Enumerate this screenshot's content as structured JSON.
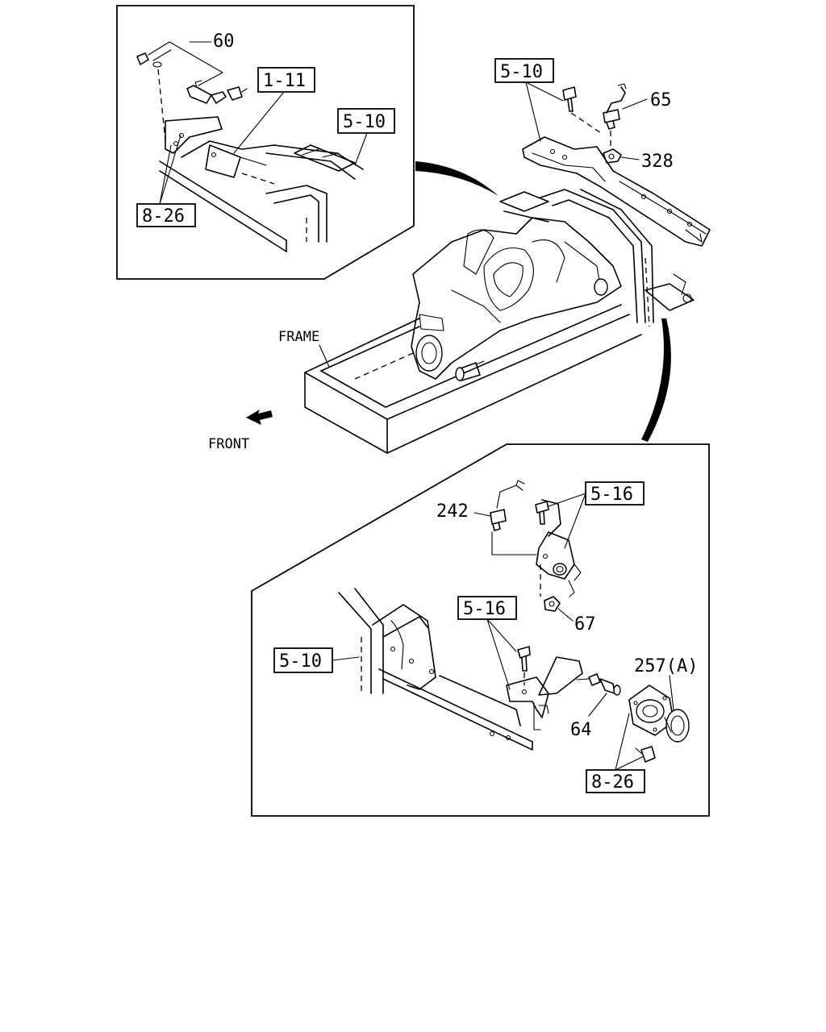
{
  "callouts": {
    "inset_top_left": {
      "part_60": "60",
      "ref_1_11": "1-11",
      "ref_5_10": "5-10",
      "ref_8_26": "8-26"
    },
    "top_right": {
      "ref_5_10": "5-10",
      "part_65": "65",
      "part_328": "328"
    },
    "main": {
      "frame_label": "FRAME",
      "front_label": "FRONT"
    },
    "inset_bottom": {
      "part_242": "242",
      "ref_5_16_a": "5-16",
      "part_67": "67",
      "ref_5_16_b": "5-16",
      "ref_5_10": "5-10",
      "part_257": "257(A)",
      "part_64": "64",
      "ref_8_26": "8-26"
    }
  },
  "icons": [
    "front-direction-arrow",
    "curved-leader-arrow"
  ]
}
